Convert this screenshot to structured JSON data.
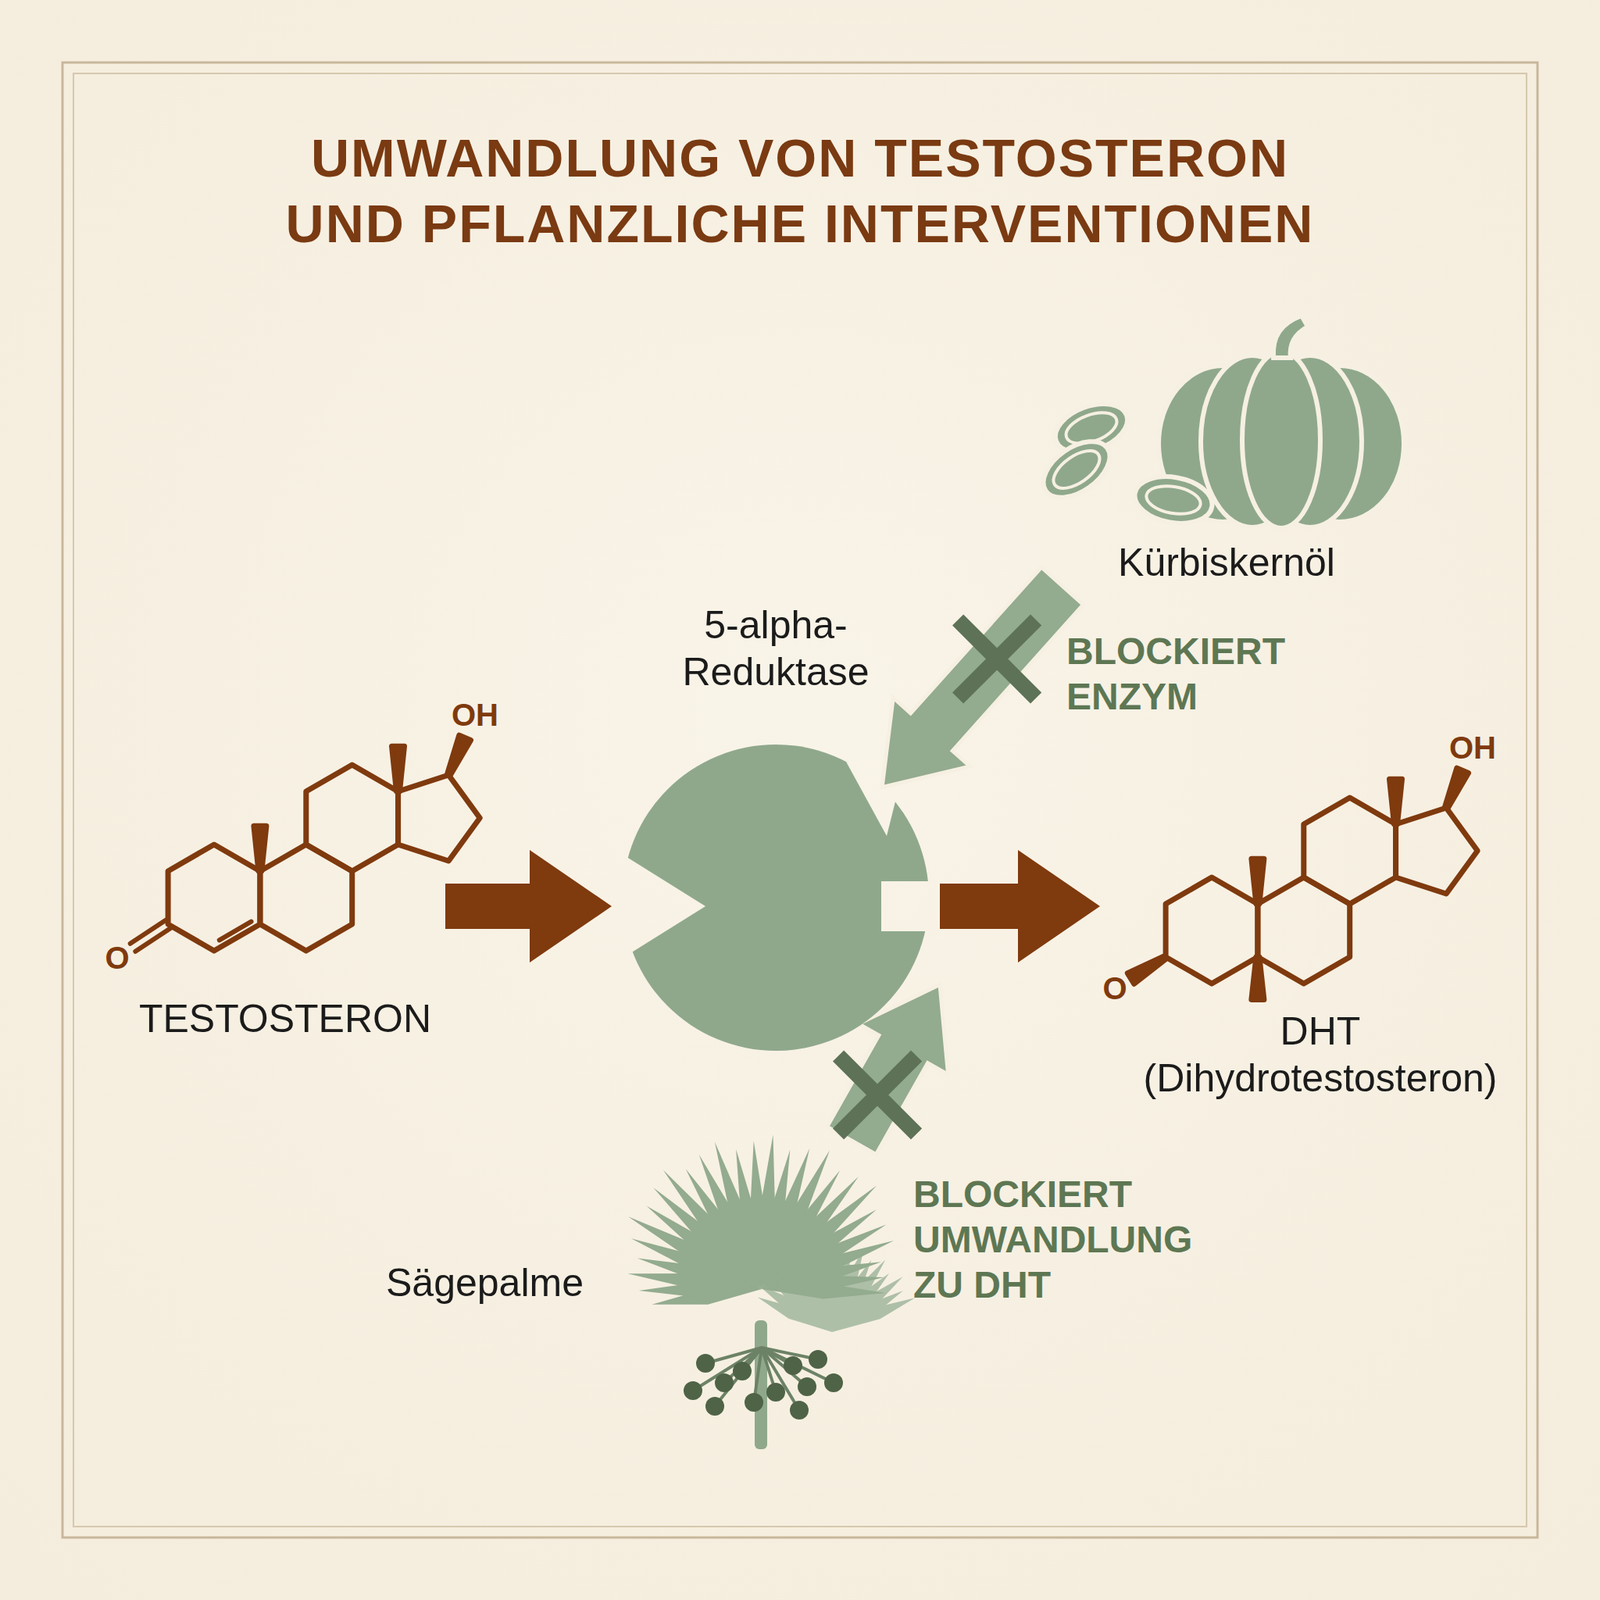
{
  "diagram": {
    "title": "UMWANDLUNG VON TESTOSTERON UND PFLANZLICHE INTERVENTIONEN",
    "nodes": [
      {
        "text": [
          "Kürbiskernöl"
        ]
      },
      {
        "text": [
          "5-alpha- Reduktase"
        ]
      },
      {
        "text": [
          "TESTOSTERON"
        ]
      },
      {
        "text": [
          "DHT (Dihydrotestosteron)"
        ]
      },
      {
        "text": [
          "Sägepalme"
        ]
      }
    ],
    "edges": [
      {
        "from": 2,
        "to": 1,
        "arrow": "to"
      },
      {
        "from": 1,
        "to": 3,
        "arrow": "to"
      },
      {
        "from": 0,
        "to": 1,
        "label": "BLOCKIERT ENZYM",
        "arrow": "to"
      },
      {
        "from": 4,
        "to": 1,
        "label": "BLOCKIERT UMWANDLUNG ZU DHT",
        "arrow": "to"
      }
    ],
    "labels": [
      "OH",
      "O",
      "OH",
      "O"
    ]
  }
}
